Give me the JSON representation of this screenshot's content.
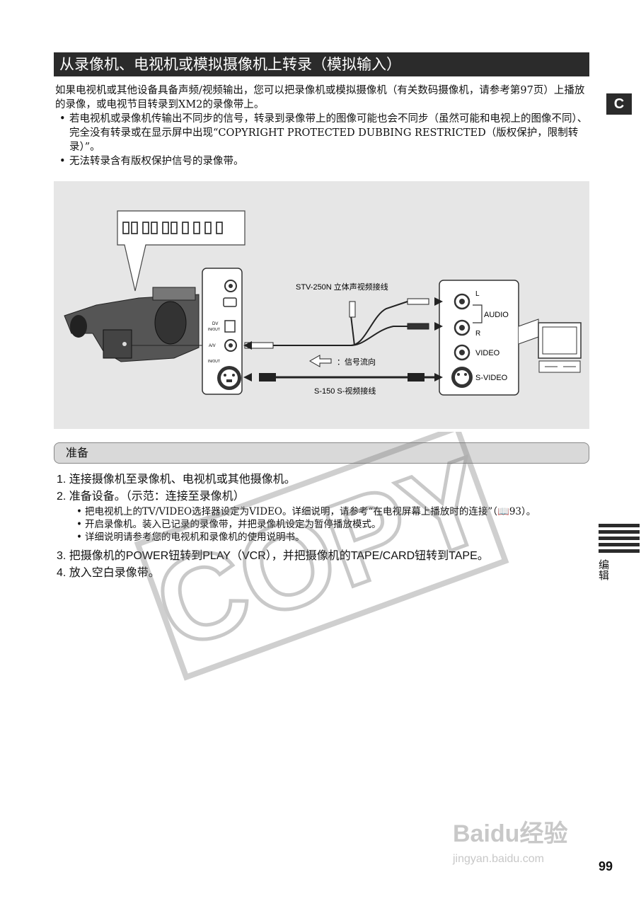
{
  "page": {
    "title": "从录像机、电视机或模拟摄像机上转录（模拟输入）",
    "tab_letter": "C",
    "side_label": "编辑",
    "page_number": "99"
  },
  "intro": {
    "paragraph": "如果电视机或其他设备具备声频/视频输出，您可以把录像机或模拟摄像机（有关数码摄像机，请参考第97页）上播放的录像，或电视节目转录到XM2的录像带上。",
    "bullets": [
      "若电视机或录像机传输出不同步的信号，转录到录像带上的图像可能也会不同步（虽然可能和电视上的图像不同）、完全没有转录或在显示屏中出现“COPYRIGHT PROTECTED DUBBING RESTRICTED（版权保护，限制转录）”。",
      "无法转录含有版权保护信号的录像带。"
    ]
  },
  "diagram": {
    "cable_stv": "STV-250N 立体声视频接线",
    "cable_s150": "S-150 S-视频接线",
    "signal_flow": "：信号流向",
    "port_l": "L",
    "port_r": "R",
    "port_audio": "AUDIO",
    "port_video": "VIDEO",
    "port_svideo": "S-VIDEO",
    "cam_dv": "DV",
    "cam_dv_io": "IN/OUT",
    "cam_av": "A/V",
    "cam_av_io": "IN/OUT"
  },
  "prep": {
    "label": "准备",
    "steps": [
      {
        "num": "1.",
        "text": "连接摄像机至录像机、电视机或其他摄像机。"
      },
      {
        "num": "2.",
        "text": "准备设备。（示范：连接至录像机）"
      },
      {
        "num": "3.",
        "text": "把摄像机的POWER钮转到PLAY（VCR），并把摄像机的TAPE/CARD钮转到TAPE。"
      },
      {
        "num": "4.",
        "text": "放入空白录像带。"
      }
    ],
    "step2_subs": [
      "把电视机上的TV/VIDEO选择器设定为VIDEO。详细说明，请参考“在电视屏幕上播放时的连接”（",
      "开启录像机。装入已记录的录像带，并把录像机设定为暂停播放模式。",
      "详细说明请参考您的电视机和录像机的使用说明书。"
    ],
    "sub1_ref": "93）。"
  },
  "watermark": {
    "copy": "COPY",
    "baidu": "Baidu经验",
    "baidu_url": "jingyan.baidu.com"
  }
}
